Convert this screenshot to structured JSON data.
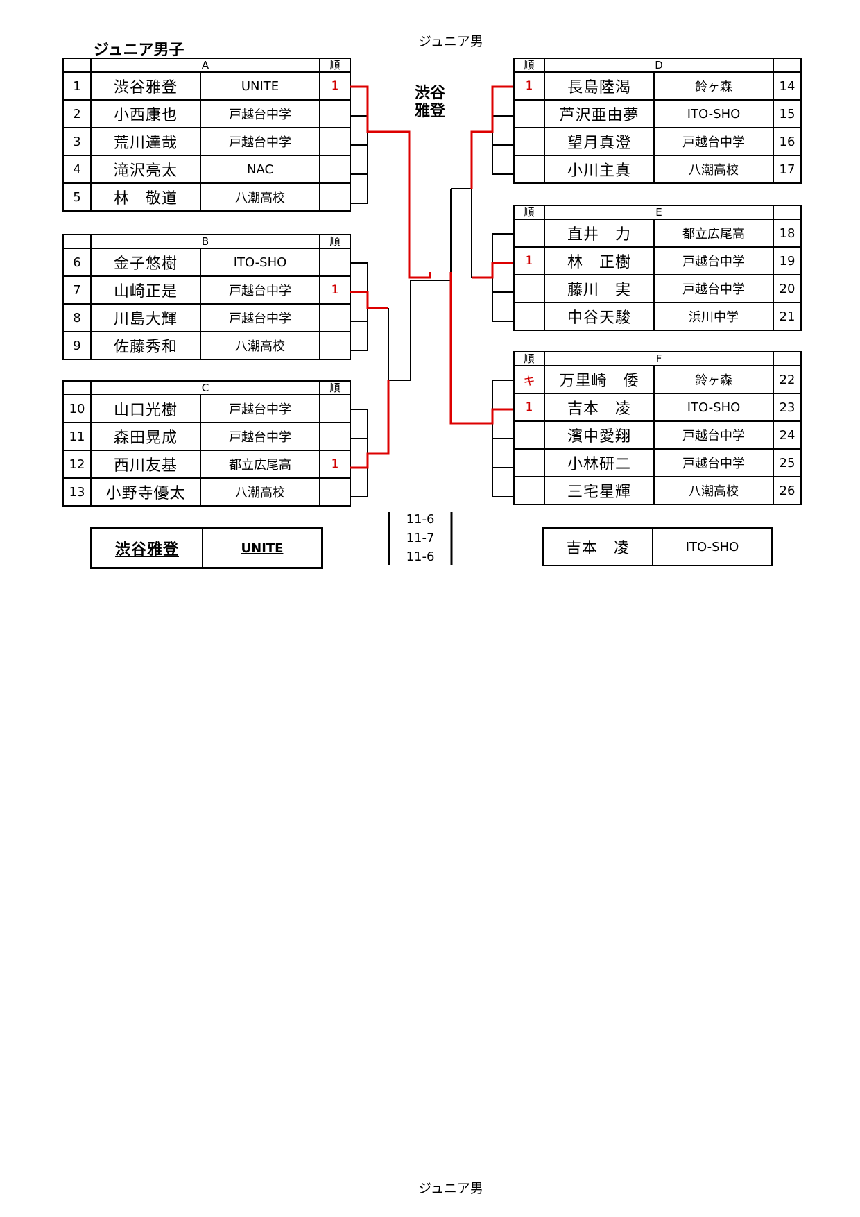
{
  "header": "ジュニア男",
  "footer": "ジュニア男",
  "title": "ジュニア男子",
  "rank_header": "順",
  "pools": {
    "A": {
      "label": "A",
      "rows": [
        {
          "no": "1",
          "name": "渋谷雅登",
          "team": "UNITE",
          "rank": "1"
        },
        {
          "no": "2",
          "name": "小西康也",
          "team": "戸越台中学",
          "rank": ""
        },
        {
          "no": "3",
          "name": "荒川達哉",
          "team": "戸越台中学",
          "rank": ""
        },
        {
          "no": "4",
          "name": "滝沢亮太",
          "team": "NAC",
          "rank": ""
        },
        {
          "no": "5",
          "name": "林　敬道",
          "team": "八潮高校",
          "rank": ""
        }
      ]
    },
    "B": {
      "label": "B",
      "rows": [
        {
          "no": "6",
          "name": "金子悠樹",
          "team": "ITO-SHO",
          "rank": ""
        },
        {
          "no": "7",
          "name": "山崎正是",
          "team": "戸越台中学",
          "rank": "1"
        },
        {
          "no": "8",
          "name": "川島大輝",
          "team": "戸越台中学",
          "rank": ""
        },
        {
          "no": "9",
          "name": "佐藤秀和",
          "team": "八潮高校",
          "rank": ""
        }
      ]
    },
    "C": {
      "label": "C",
      "rows": [
        {
          "no": "10",
          "name": "山口光樹",
          "team": "戸越台中学",
          "rank": ""
        },
        {
          "no": "11",
          "name": "森田晃成",
          "team": "戸越台中学",
          "rank": ""
        },
        {
          "no": "12",
          "name": "西川友基",
          "team": "都立広尾高",
          "rank": "1"
        },
        {
          "no": "13",
          "name": "小野寺優太",
          "team": "八潮高校",
          "rank": ""
        }
      ]
    },
    "D": {
      "label": "D",
      "rows": [
        {
          "no": "14",
          "name": "長島陸渴",
          "team": "鈴ヶ森",
          "rank": "1"
        },
        {
          "no": "15",
          "name": "芦沢亜由夢",
          "team": "ITO-SHO",
          "rank": ""
        },
        {
          "no": "16",
          "name": "望月真澄",
          "team": "戸越台中学",
          "rank": ""
        },
        {
          "no": "17",
          "name": "小川主真",
          "team": "八潮高校",
          "rank": ""
        }
      ]
    },
    "E": {
      "label": "E",
      "rows": [
        {
          "no": "18",
          "name": "直井　力",
          "team": "都立広尾高",
          "rank": ""
        },
        {
          "no": "19",
          "name": "林　正樹",
          "team": "戸越台中学",
          "rank": "1"
        },
        {
          "no": "20",
          "name": "藤川　実",
          "team": "戸越台中学",
          "rank": ""
        },
        {
          "no": "21",
          "name": "中谷天駿",
          "team": "浜川中学",
          "rank": ""
        }
      ]
    },
    "F": {
      "label": "F",
      "rows": [
        {
          "no": "22",
          "name": "万里崎　倭",
          "team": "鈴ヶ森",
          "rank": "キ"
        },
        {
          "no": "23",
          "name": "吉本　凌",
          "team": "ITO-SHO",
          "rank": "1"
        },
        {
          "no": "24",
          "name": "濱中愛翔",
          "team": "戸越台中学",
          "rank": ""
        },
        {
          "no": "25",
          "name": "小林研二",
          "team": "戸越台中学",
          "rank": ""
        },
        {
          "no": "26",
          "name": "三宅星輝",
          "team": "八潮高校",
          "rank": ""
        }
      ]
    }
  },
  "champion_label": [
    "渋谷",
    "雅登"
  ],
  "final_scores": [
    "11-6",
    "11-7",
    "11-6"
  ],
  "winner": {
    "name": "渋谷雅登",
    "team": "UNITE"
  },
  "runner_up": {
    "name": "吉本　凌",
    "team": "ITO-SHO"
  },
  "colors": {
    "win_line": "#dd0000",
    "rank_text": "#d00000",
    "line": "#000000"
  }
}
